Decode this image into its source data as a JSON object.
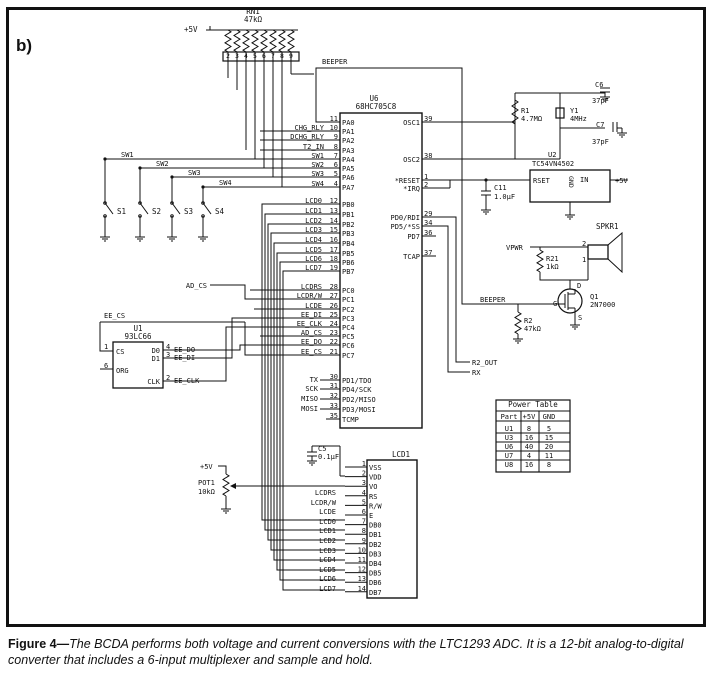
{
  "panel_label": "b)",
  "caption": {
    "label": "Figure 4—",
    "text": "The BCDA performs both voltage and current conversions with the LTC1293 ADC. It is a 12-bit analog-to-digital converter that includes a 6-input multiplexer and sample and hold."
  },
  "rn1": {
    "ref": "RN1",
    "value": "47kΩ",
    "supply": "+5V",
    "pins": [
      "2",
      "3",
      "4",
      "5",
      "6",
      "7",
      "8",
      "9"
    ]
  },
  "beeper_top": "BEEPER",
  "u6": {
    "ref": "U6",
    "part": "68HC705C8",
    "left_pins": [
      {
        "num": "11",
        "name": "PA0"
      },
      {
        "num": "10",
        "name": "PA1"
      },
      {
        "num": "9",
        "name": "PA2"
      },
      {
        "num": "8",
        "name": "PA3"
      },
      {
        "num": "7",
        "name": "PA4"
      },
      {
        "num": "6",
        "name": "PA5"
      },
      {
        "num": "5",
        "name": "PA6"
      },
      {
        "num": "4",
        "name": "PA7"
      },
      {
        "num": "12",
        "name": "PB0"
      },
      {
        "num": "13",
        "name": "PB1"
      },
      {
        "num": "14",
        "name": "PB2"
      },
      {
        "num": "15",
        "name": "PB3"
      },
      {
        "num": "16",
        "name": "PB4"
      },
      {
        "num": "17",
        "name": "PB5"
      },
      {
        "num": "18",
        "name": "PB6"
      },
      {
        "num": "19",
        "name": "PB7"
      },
      {
        "num": "28",
        "name": "PC0"
      },
      {
        "num": "27",
        "name": "PC1"
      },
      {
        "num": "26",
        "name": "PC2"
      },
      {
        "num": "25",
        "name": "PC3"
      },
      {
        "num": "24",
        "name": "PC4"
      },
      {
        "num": "23",
        "name": "PC5"
      },
      {
        "num": "22",
        "name": "PC6"
      },
      {
        "num": "21",
        "name": "PC7"
      },
      {
        "num": "30",
        "name": "PD1/TDO"
      },
      {
        "num": "31",
        "name": "PD4/SCK"
      },
      {
        "num": "32",
        "name": "PD2/MISO"
      },
      {
        "num": "33",
        "name": "PD3/MOSI"
      },
      {
        "num": "35",
        "name": "TCMP"
      }
    ],
    "right_pins": [
      {
        "num": "39",
        "name": "OSC1"
      },
      {
        "num": "38",
        "name": "OSC2"
      },
      {
        "num": "1",
        "name": "*RESET"
      },
      {
        "num": "2",
        "name": "*IRQ"
      },
      {
        "num": "29",
        "name": "PD0/RDI"
      },
      {
        "num": "34",
        "name": "PD5/*SS"
      },
      {
        "num": "36",
        "name": "PD7"
      },
      {
        "num": "37",
        "name": "TCAP"
      }
    ]
  },
  "net_labels_a": [
    "CHG_RLY",
    "DCHG_RLY",
    "T2_IN",
    "SW1",
    "SW2",
    "SW3",
    "SW4"
  ],
  "net_labels_b": [
    "LCD0",
    "LCD1",
    "LCD2",
    "LCD3",
    "LCD4",
    "LCD5",
    "LCD6",
    "LCD7"
  ],
  "net_labels_c": [
    "LCDRS",
    "LCDR/W",
    "LCDE",
    "EE_DI",
    "EE_CLK",
    "AD_CS",
    "EE_DO",
    "EE_CS"
  ],
  "net_labels_d": [
    "TX",
    "SCK",
    "MISO",
    "MOSI"
  ],
  "switches": [
    "S1",
    "S2",
    "S3",
    "S4"
  ],
  "sw_nets": [
    "SW1",
    "SW2",
    "SW3",
    "SW4"
  ],
  "ad_cs": "AD_CS",
  "u1": {
    "ref": "U1",
    "part": "93LC66",
    "ee_cs": "EE_CS",
    "pins_left": [
      {
        "num": "1",
        "name": "CS"
      },
      {
        "num": "6",
        "name": "ORG"
      }
    ],
    "pins_right": [
      {
        "num": "4",
        "name": "D0"
      },
      {
        "num": "3",
        "name": "D1"
      },
      {
        "num": "2",
        "name": "CLK"
      }
    ],
    "nets": [
      "EE_DO",
      "EE_DI",
      "EE_CLK"
    ]
  },
  "osc": {
    "r1_ref": "R1",
    "r1_val": "4.7MΩ",
    "y1_ref": "Y1",
    "y1_val": "4MHz",
    "c6_ref": "C6",
    "c6_val": "37pF",
    "c7_ref": "C7",
    "c7_val": "37pF"
  },
  "u2": {
    "ref": "U2",
    "part": "TC54VN4502",
    "reset": "RSET",
    "gnd": "GND",
    "in": "IN",
    "supply": "+5V"
  },
  "c11": {
    "ref": "C11",
    "val": "1.0µF"
  },
  "speaker": {
    "ref": "SPKR1",
    "vpwr": "VPWR",
    "pin1": "1",
    "pin2": "2",
    "r21_ref": "R21",
    "r21_val": "1kΩ"
  },
  "q1": {
    "ref": "Q1",
    "part": "2N7000",
    "d": "D",
    "g": "G",
    "s": "S",
    "beeper": "BEEPER",
    "r2_ref": "R2",
    "r2_val": "47kΩ"
  },
  "rx_nets": [
    "R2_OUT",
    "RX"
  ],
  "c5": {
    "ref": "C5",
    "val": "0.1µF"
  },
  "pot1": {
    "ref": "POT1",
    "val": "10kΩ",
    "supply": "+5V"
  },
  "lcd1": {
    "ref": "LCD1",
    "pins": [
      {
        "num": "1",
        "name": "VSS"
      },
      {
        "num": "2",
        "name": "VDD"
      },
      {
        "num": "3",
        "name": "VO"
      },
      {
        "num": "4",
        "name": "RS"
      },
      {
        "num": "5",
        "name": "R/W"
      },
      {
        "num": "6",
        "name": "E"
      },
      {
        "num": "7",
        "name": "DB0"
      },
      {
        "num": "8",
        "name": "DB1"
      },
      {
        "num": "9",
        "name": "DB2"
      },
      {
        "num": "10",
        "name": "DB3"
      },
      {
        "num": "11",
        "name": "DB4"
      },
      {
        "num": "12",
        "name": "DB5"
      },
      {
        "num": "13",
        "name": "DB6"
      },
      {
        "num": "14",
        "name": "DB7"
      }
    ],
    "nets": [
      "LCDRS",
      "LCDR/W",
      "LCDE",
      "LCD0",
      "LCD1",
      "LCD2",
      "LCD3",
      "LCD4",
      "LCD5",
      "LCD6",
      "LCD7"
    ]
  },
  "power_table": {
    "title": "Power Table",
    "headers": [
      "Part",
      "+5V",
      "GND"
    ],
    "rows": [
      [
        "U1",
        "8",
        "5"
      ],
      [
        "U3",
        "16",
        "15"
      ],
      [
        "U6",
        "40",
        "20"
      ],
      [
        "U7",
        "4",
        "11"
      ],
      [
        "U8",
        "16",
        "8"
      ]
    ]
  }
}
